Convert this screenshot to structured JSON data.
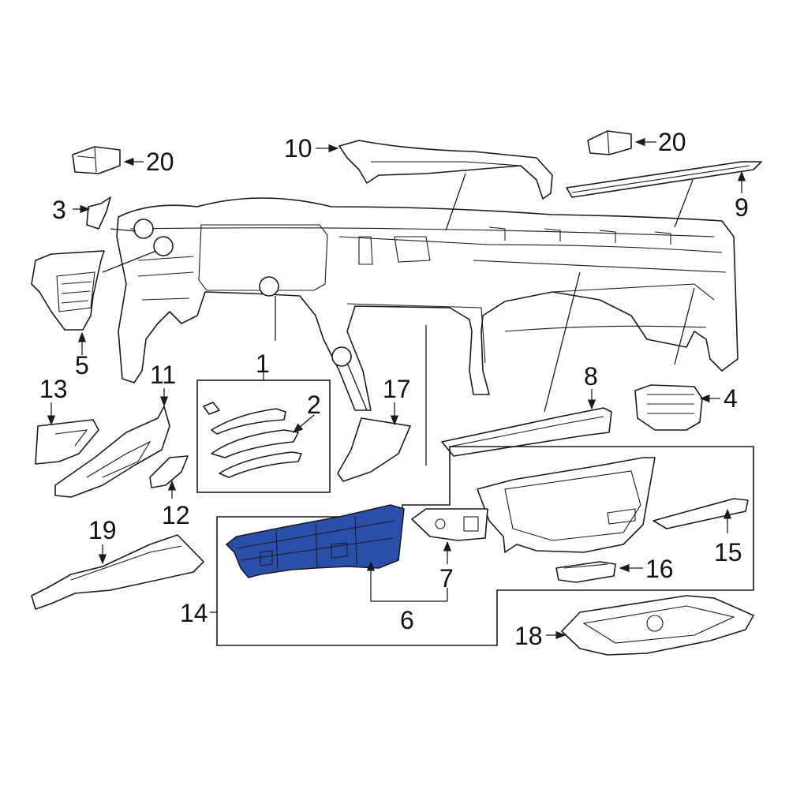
{
  "highlight_color": "#2a4faa",
  "line_color": "#1a1a1a",
  "callouts": {
    "c1": "1",
    "c2": "2",
    "c3": "3",
    "c4": "4",
    "c5": "5",
    "c6": "6",
    "c7": "7",
    "c8": "8",
    "c9": "9",
    "c10": "10",
    "c11": "11",
    "c12": "12",
    "c13": "13",
    "c14": "14",
    "c15": "15",
    "c16": "16",
    "c17": "17",
    "c18": "18",
    "c19": "19",
    "c20a": "20",
    "c20b": "20"
  }
}
